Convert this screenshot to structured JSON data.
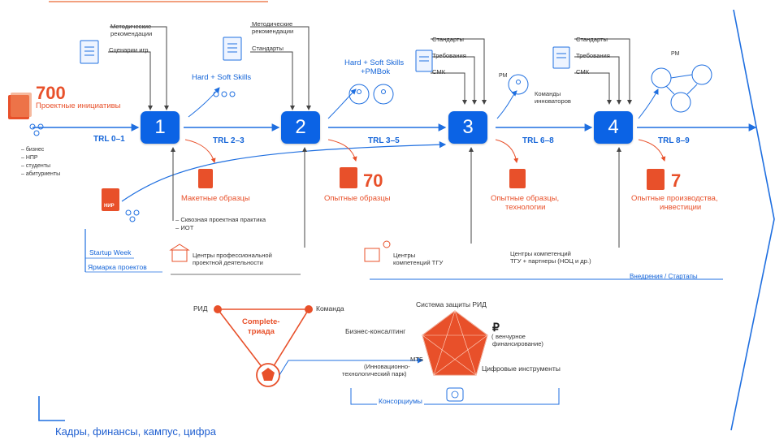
{
  "header": {
    "top_label": ""
  },
  "left": {
    "count": "700",
    "initiatives_label": "Проектные инициативы",
    "sources": [
      "– бизнес",
      "– НПР",
      "– студенты",
      "– абитуриенты"
    ],
    "rid_badge": "НИР"
  },
  "stages": [
    {
      "number": "1",
      "trl_before": "TRL 0–1"
    },
    {
      "number": "2",
      "trl_before": "TRL 2–3"
    },
    {
      "number": "3",
      "trl_before": "TRL 3–5"
    },
    {
      "number": "4",
      "trl_before": "TRL 6–8"
    }
  ],
  "trl_final": "TRL 8–9",
  "inputs": {
    "s1": {
      "line1": "Методические",
      "line2": "рекомендации",
      "line3": "Сценарии игр"
    },
    "s2": {
      "line1": "Методические",
      "line2": "рекомендации",
      "line3": "Стандарты"
    },
    "s3": {
      "line1": "Стандарты",
      "line2": "Требования",
      "line3": "СМК"
    },
    "s4": {
      "line1": "Стандарты",
      "line2": "Требования",
      "line3": "СМК"
    }
  },
  "skills": {
    "s1": "Hard + Soft Skills",
    "s2_line1": "Hard + Soft Skills",
    "s2_line2": "+PMBok",
    "pm_label": "PM",
    "teams_line1": "Команды",
    "teams_line2": "инноваторов",
    "pm_label2": "PM"
  },
  "outputs": {
    "o1": "Макетные образцы",
    "o2_count": "70",
    "o2": "Опытные образцы",
    "o3_line1": "Опытные образцы,",
    "o3_line2": "технологии",
    "o4_count": "7",
    "o4_line1": "Опытные производства,",
    "o4_line2": "инвестиции"
  },
  "practice": {
    "line1": "– Сквозная проектная практика",
    "line2": "– ИОТ"
  },
  "events": {
    "startup": "Startup Week",
    "fair": "Ярмарка проектов"
  },
  "centers": {
    "c1_line1": "Центры профессиональной",
    "c1_line2": "проектной деятельности",
    "c2_line1": "Центры",
    "c2_line2": "компетенций ТГУ",
    "c3_line1": "Центры компетенций",
    "c3_line2": "ТГУ + партнеры (НОЦ и др.)"
  },
  "implementation": "Внедрения / Стартапы",
  "triad": {
    "rid": "РИД",
    "team": "Команда",
    "title_line1": "Complete-",
    "title_line2": "триада"
  },
  "ecosystem": {
    "rid_protection": "Система защиты РИД",
    "consulting": "Бизнес-консалтинг",
    "venture_symbol": "₽",
    "venture_line1": "венчурное",
    "venture_line2": "финансирование)",
    "venture_prefix": "(",
    "mtb_line1": "МТБ",
    "mtb_line2": "(Инновационно-",
    "mtb_line3": "технологический парк)",
    "digital": "Цифровые инструменты",
    "consortia": "Консорциумы"
  },
  "footer": {
    "title": "Кадры, финансы,  кампус, цифра"
  },
  "colors": {
    "blue": "#0b63e5",
    "orange": "#e8502a",
    "line": "#1f6fe0",
    "gray": "#555555"
  }
}
